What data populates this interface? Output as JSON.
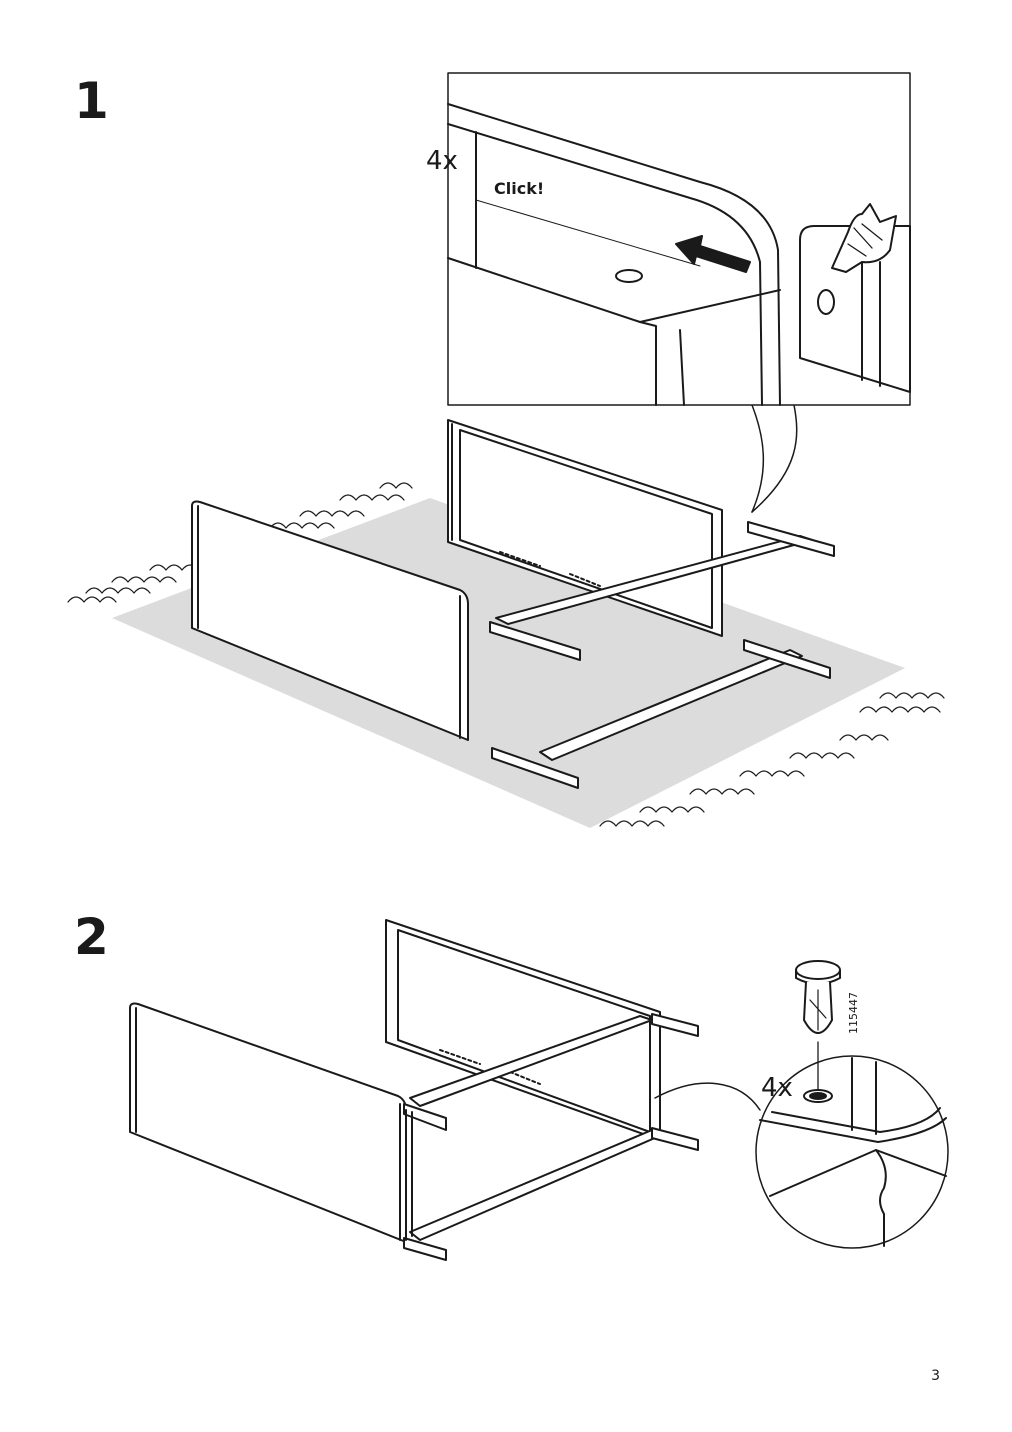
{
  "steps": [
    {
      "number": "1",
      "quantity": "4x",
      "action_text": "Click!"
    },
    {
      "number": "2",
      "quantity": "4x",
      "part_number": "115447"
    }
  ],
  "page_number": "3"
}
